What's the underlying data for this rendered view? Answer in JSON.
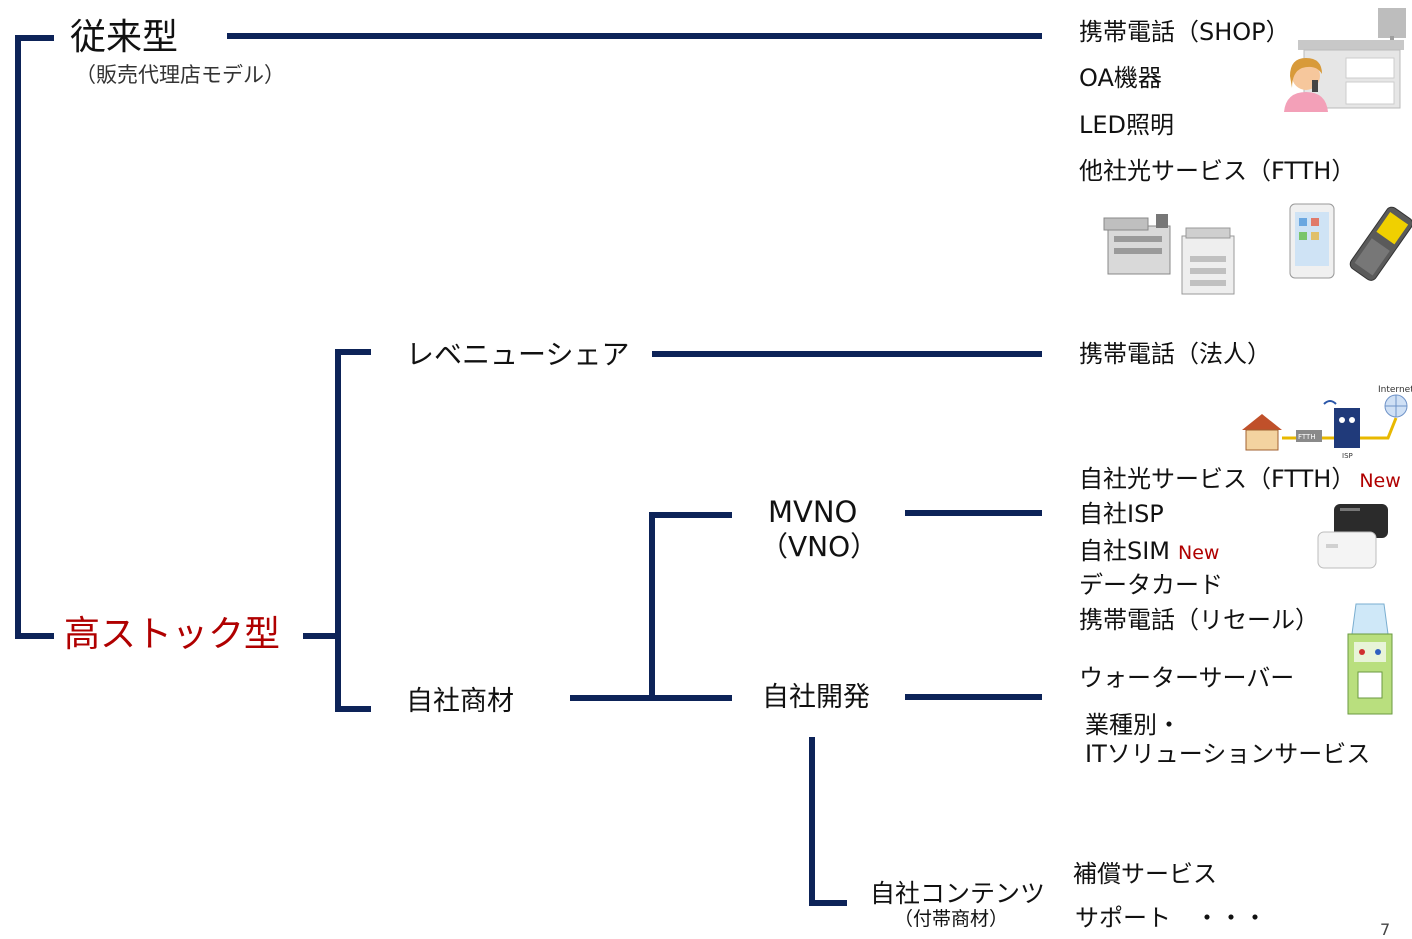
{
  "tree": {
    "conventional": {
      "title": "従来型",
      "subtitle": "（販売代理店モデル）"
    },
    "high_stock": {
      "title": "高ストック型"
    },
    "revenue_share": {
      "label": "レベニューシェア"
    },
    "own_products": {
      "label": "自社商材"
    },
    "mvno": {
      "label": "MVNO",
      "sub": "（VNO）"
    },
    "own_dev": {
      "label": "自社開発"
    },
    "own_contents": {
      "label": "自社コンテンツ",
      "sub": "（付帯商材）"
    }
  },
  "items": {
    "conventional": [
      "携帯電話（SHOP）",
      "OA機器",
      "LED照明",
      "他社光サービス（FTTH）"
    ],
    "revenue_share": [
      "携帯電話（法人）"
    ],
    "mvno": [
      "自社光サービス（FTTH）",
      "自社ISP",
      "自社SIM",
      "データカード",
      "携帯電話（リセール）"
    ],
    "own_dev": [
      "ウォーターサーバー",
      "業種別・",
      "ITソリューションサービス"
    ],
    "own_contents": [
      "補償サービス",
      "サポート　・・・"
    ]
  },
  "badge": {
    "new": "New"
  },
  "illustration": {
    "internet": "Internet",
    "ftth": "FTTH",
    "isp": "ISP"
  },
  "page_number": "7",
  "colors": {
    "line": "#0d2358",
    "accent": "#b00000"
  }
}
